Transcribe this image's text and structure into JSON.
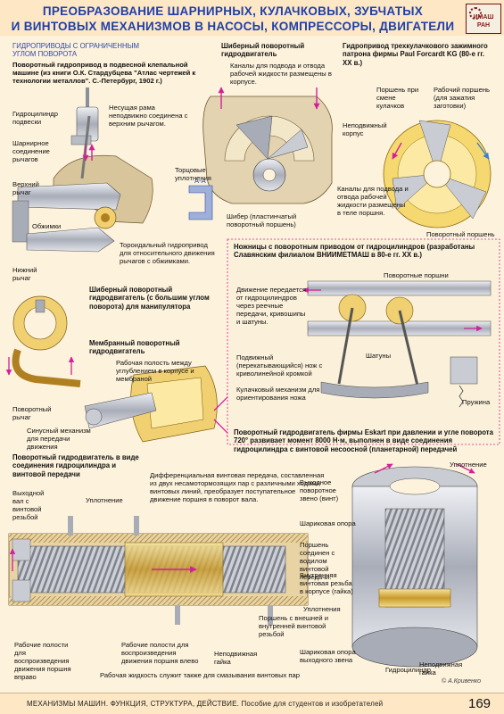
{
  "header": {
    "title_line1": "ПРЕОБРАЗОВАНИЕ  ШАРНИРНЫХ,  КУЛАЧКОВЫХ,  ЗУБЧАТЫХ",
    "title_line2": "И ВИНТОВЫХ МЕХАНИЗМОВ В НАСОСЫ,  КОМПРЕССОРЫ,  ДВИГАТЕЛИ",
    "logo_line1": "ИМАШ",
    "logo_line2": "РАН"
  },
  "left": {
    "section_title": "ГИДРОПРИВОДЫ  С  ОГРАНИЧЕННЫМ  УГЛОМ ПОВОРОТА",
    "rivet_title": "Поворотный гидропривод в подвесной клепальной машине (из книги О.К. Стардубцева \"Атлас чертежей к технологии металлов\". С.-Петербург, 1902 г.)",
    "labels": {
      "cyl": "Гидроцилиндр подвески",
      "frame": "Несущая рама неподвижно соединена с верхним рычагом.",
      "hinge": "Шарнирное соединение рычагов",
      "upper": "Верхний рычаг",
      "jaws": "Обжимки",
      "lower": "Нижний рычаг",
      "toroid": "Тороидальный гидропривод для относительного движения рычагов с обжимками."
    },
    "vane_title": "Шиберный поворотный гидродвигатель (с большим углом поворота) для манипулятора",
    "membrane_title": "Мембранный поворотный гидродвигатель",
    "membrane_labels": {
      "cavity": "Рабочая полость  между углублением в корпусе и мембраной",
      "lever": "Поворотный рычаг",
      "sinus": "Синусный механизм для передачи движения"
    }
  },
  "vane_motor": {
    "title": "Шиберный поворотный гидродвигатель",
    "channels": "Каналы для подвода и отвода рабочей жидкости размещены в корпусе.",
    "seals": "Торцовые уплотнения",
    "section": "А-А",
    "vane": "Шибер (пластинчатый поворотный поршень)",
    "channels2": "Каналы для подвода и отвода рабочей жидкости размещены в теле поршня."
  },
  "chuck": {
    "title": "Гидропривод трехкулачкового зажимного патрона фирмы Paul Forcardt KG  (80-е гг. XX в.)",
    "piston": "Поршень при смене кулачков",
    "stroke": "Рабочий поршень (для зажатия заготовки)",
    "body": "Неподвижный корпус",
    "rotary": "Поворотный поршень"
  },
  "scissors": {
    "title": "Ножницы с поворотным приводом от гидроцилиндров (разработаны Славянским филиалом ВНИИМЕТМАШ в 80-е гг.  XX в.)",
    "pistons": "Поворотные поршни",
    "motion": "Движение передается от гидроцилиндров через реечные передачи, кривошипы и шатуны.",
    "rods": "Шатуны",
    "knife": "Подвижный (перекатывающийся) нож с криволинейной кромкой",
    "cam": "Кулачковый механизм для ориентирования ножа",
    "spring": "Пружина"
  },
  "screw": {
    "title": "Поворотный гидродвигатель в виде соединения гидроцилиндра и винтовой передачи",
    "shaft": "Выходной вал с винтовой резьбой",
    "seal": "Уплотнение",
    "diff": "Дифференциальная винтовая передача, составленная из двух несамотормозящих пар с различными ходами винтовых линий, преобразует поступательное движение поршня в поворот вала.",
    "piston": "Поршень с внешней и внутренней винтовой резьбой",
    "nut": "Неподвижная гайка",
    "cav_right": "Рабочие полости для воспроизведения движения поршня вправо",
    "cav_left": "Рабочие полости для воспроизведения движения поршня влево",
    "fluid": "Рабочая жидкость служит также для смазывания винтовых пар"
  },
  "eskart": {
    "title": "Поворотный гидродвигатель фирмы Eskart при давлении и угле поворота 720° развивает момент 8000 Н·м,  выполнен в виде соединения гидроцилиндра с винтовой несоосной (планетарной) передачей",
    "seal": "Уплотнение",
    "out": "Выходное поворотное звено (винт)",
    "ball": "Шариковая опора",
    "piston": "Поршень соединен с водилом винтовой передачи.",
    "thread": "Внутренняя винтовая резьба в корпусе (гайка)",
    "seals": "Уплотнения",
    "nut": "Неподвижная гайка",
    "out_bearing": "Шариковая опора выходного звена",
    "cyl": "Гидроцилиндр"
  },
  "footer": {
    "text": "МЕХАНИЗМЫ  МАШИН.  ФУНКЦИЯ,   СТРУКТУРА,   ДЕЙСТВИЕ.  Пособие для студентов и изобретателей",
    "page": "169",
    "signature": "© А.Кривенко"
  },
  "colors": {
    "title": "#1f3fa8",
    "accent": "#d2209a",
    "background": "#fdf2dc",
    "metal": "#c9ccd3",
    "brass": "#e8c55a"
  }
}
